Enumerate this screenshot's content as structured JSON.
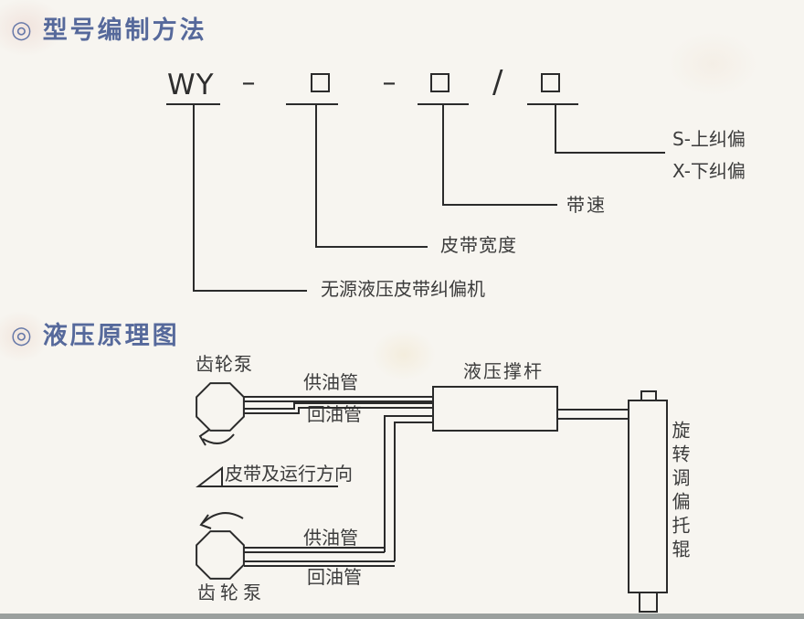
{
  "titles": {
    "section1_bullet": "◎",
    "section1": "型号编制方法",
    "section2_bullet": "◎",
    "section2": "液压原理图"
  },
  "model": {
    "prefix": "WY",
    "separator1": "–",
    "separator2": "–",
    "separator3": "/",
    "labels": {
      "option_s": "S-上纠偏",
      "option_x": "X-下纠偏",
      "belt_speed": "带速",
      "belt_width": "皮带宽度",
      "machine_name": "无源液压皮带纠偏机"
    }
  },
  "hydraulic": {
    "pump_top_label": "齿轮泵",
    "supply_pipe_top_label": "供油管",
    "return_pipe_top_label": "回油管",
    "strut_label": "液压撑杆",
    "belt_direction_label": "皮带及运行方向",
    "supply_pipe_bottom_label": "供油管",
    "return_pipe_bottom_label": "回油管",
    "pump_bottom_label": "齿轮泵",
    "roller_label": "旋转调偏托辊"
  },
  "colors": {
    "title_blue": "#56699B",
    "line_dark": "#2B2B2B",
    "background": "#F7F5F0",
    "bottom_strip": "#9BA09E"
  }
}
